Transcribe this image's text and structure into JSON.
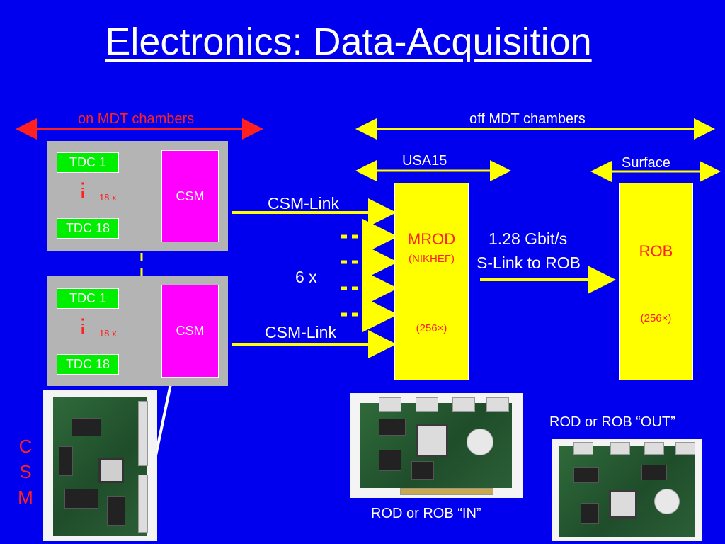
{
  "title": "Electronics: Data-Acquisition",
  "regions": {
    "on": "on MDT chambers",
    "off": "off MDT chambers",
    "usa15": "USA15",
    "surface": "Surface"
  },
  "csm_panels": [
    {
      "tdc_first": "TDC 1",
      "tdc_last": "TDC 18",
      "multiplier": "18 x",
      "csm": "CSM",
      "dots": "·\ni"
    },
    {
      "tdc_first": "TDC 1",
      "tdc_last": "TDC 18",
      "multiplier": "18 x",
      "csm": "CSM",
      "dots": "·\ni"
    }
  ],
  "links": {
    "csm_link_top": "CSM-Link",
    "csm_link_bottom": "CSM-Link",
    "multiplier": "6 x",
    "slink_rate": "1.28 Gbit/s",
    "slink_label": "S-Link to ROB"
  },
  "mrod": {
    "name": "MROD",
    "origin": "(NIKHEF)",
    "count": "(256×)"
  },
  "rob": {
    "name": "ROB",
    "count": "(256×)"
  },
  "photos": {
    "rod_in": "ROD or ROB “IN”",
    "rod_out": "ROD or ROB “OUT”",
    "csm_letters": [
      "C",
      "S",
      "M"
    ]
  },
  "colors": {
    "background": "#0000ee",
    "tdc": "#00ee00",
    "csm": "#ff00ff",
    "mrod_rob": "#ffff00",
    "arrow_red": "#ff2020",
    "arrow_yellow": "#ffff00"
  }
}
